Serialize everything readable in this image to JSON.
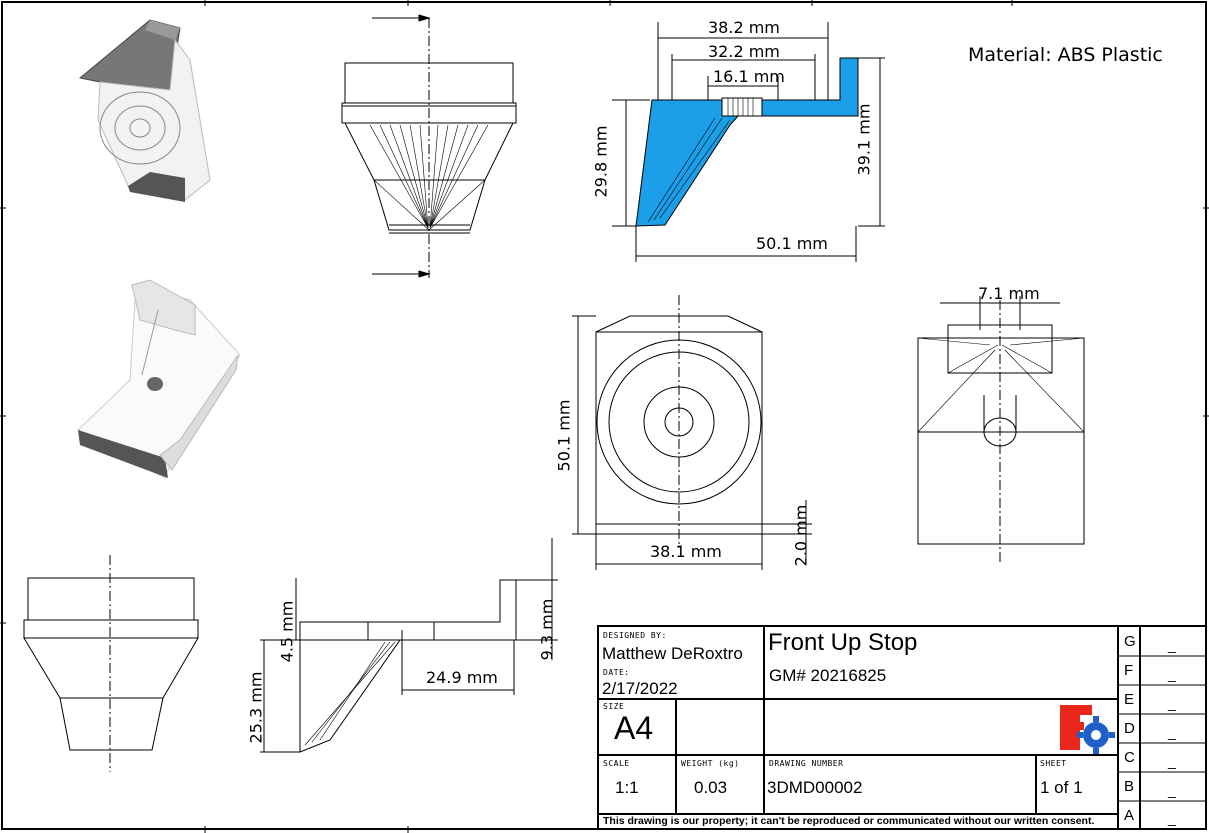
{
  "material": "Material: ABS Plastic",
  "dimensions": {
    "top_w1": "38.2 mm",
    "top_w2": "32.2 mm",
    "top_w3": "16.1 mm",
    "left_h": "29.8 mm",
    "right_h": "39.1 mm",
    "bottom_w": "50.1 mm",
    "plan_h": "50.1 mm",
    "plan_w": "38.1 mm",
    "plan_small": "2.0 mm",
    "side_top": "7.1 mm",
    "sec_small_h": "4.5 mm",
    "sec_big_h": "25.3 mm",
    "sec_w": "24.9 mm",
    "sec_right_h": "9.3 mm"
  },
  "title_block": {
    "designed_by_label": "DESIGNED BY:",
    "designed_by": "Matthew DeRoxtro",
    "date_label": "DATE:",
    "date": "2/17/2022",
    "size_label": "SIZE",
    "size": "A4",
    "title": "Front Up Stop",
    "gm": "GM# 20216825",
    "scale_label": "SCALE",
    "scale": "1:1",
    "weight_label": "WEIGHT (kg)",
    "weight": "0.03",
    "drawing_number_label": "DRAWING NUMBER",
    "drawing_number": "3DMD00002",
    "sheet_label": "SHEET",
    "sheet": "1 of 1",
    "notice": "This drawing is our property; it can't be reproduced or communicated without our written consent.",
    "revisions": [
      "G",
      "F",
      "E",
      "D",
      "C",
      "B",
      "A"
    ],
    "revision_value": "_"
  },
  "colors": {
    "section_fill": "#1a9fe8",
    "logo_red": "#e8261c",
    "logo_blue": "#1f5fc9"
  },
  "icons": [
    "freecad-logo-icon"
  ]
}
